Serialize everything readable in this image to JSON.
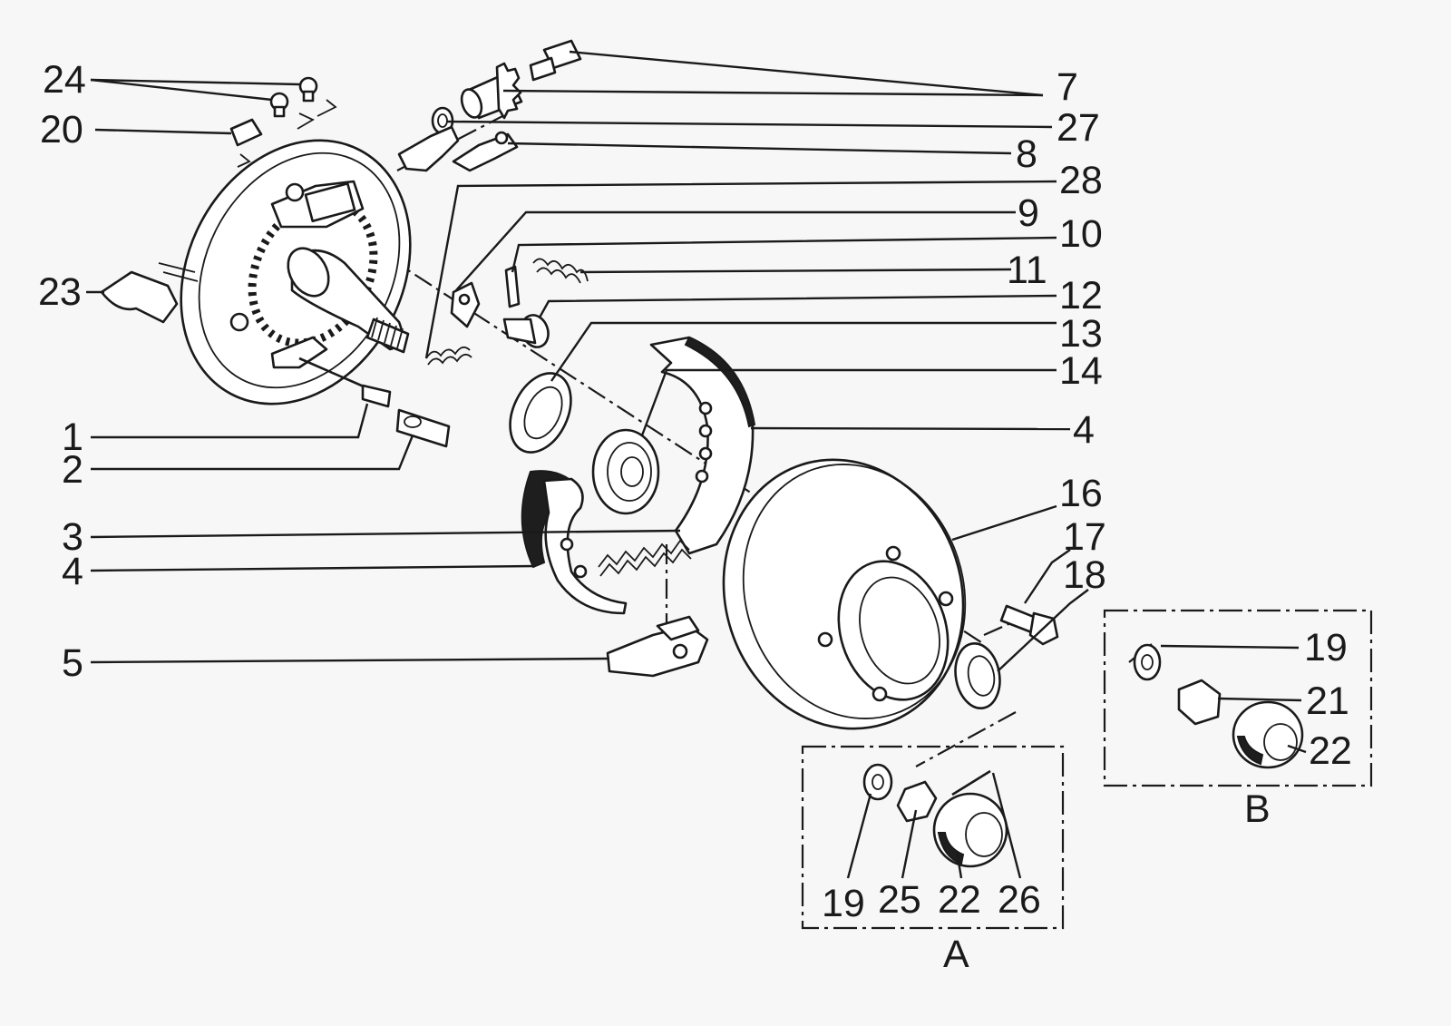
{
  "callouts": {
    "c24": "24",
    "c20": "20",
    "c23": "23",
    "c1": "1",
    "c2": "2",
    "c3": "3",
    "c4a": "4",
    "c5": "5",
    "c7": "7",
    "c27": "27",
    "c8": "8",
    "c28": "28",
    "c9": "9",
    "c10": "10",
    "c11": "11",
    "c12": "12",
    "c13": "13",
    "c14": "14",
    "c4b": "4",
    "c16": "16",
    "c17": "17",
    "c18": "18",
    "c19b": "19",
    "c21": "21",
    "c22b": "22",
    "c19a": "19",
    "c25": "25",
    "c22a": "22",
    "c26": "26"
  },
  "insets": {
    "a_label": "A",
    "b_label": "B"
  }
}
